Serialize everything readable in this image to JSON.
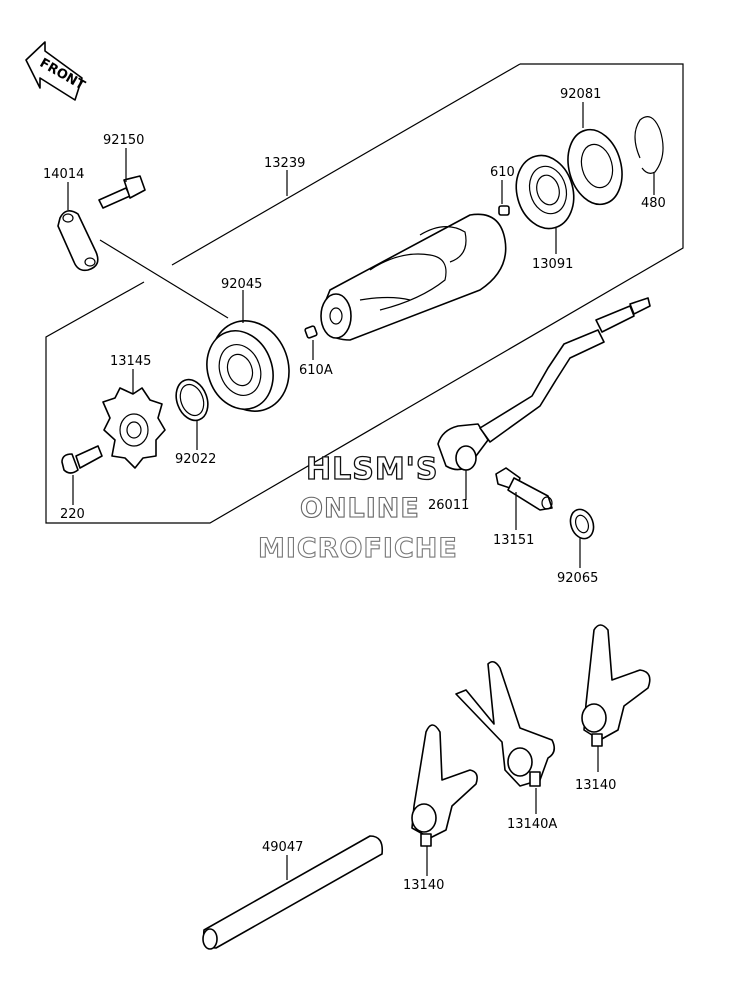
{
  "front_arrow": {
    "text": "FRONT",
    "icon": "front-arrow-icon"
  },
  "watermark": {
    "line1": "HLSM'S",
    "line2": "ONLINE",
    "line3": "MICROFICHE"
  },
  "parts": {
    "p14014": "14014",
    "p92150": "92150",
    "p13239": "13239",
    "p92081": "92081",
    "p610": "610",
    "p480": "480",
    "p13091": "13091",
    "p92045": "92045",
    "p610A": "610A",
    "p13145": "13145",
    "p92022": "92022",
    "p220": "220",
    "p26011": "26011",
    "p13151": "13151",
    "p92065": "92065",
    "p49047": "49047",
    "p13140a": "13140",
    "p13140A": "13140A",
    "p13140b": "13140"
  }
}
